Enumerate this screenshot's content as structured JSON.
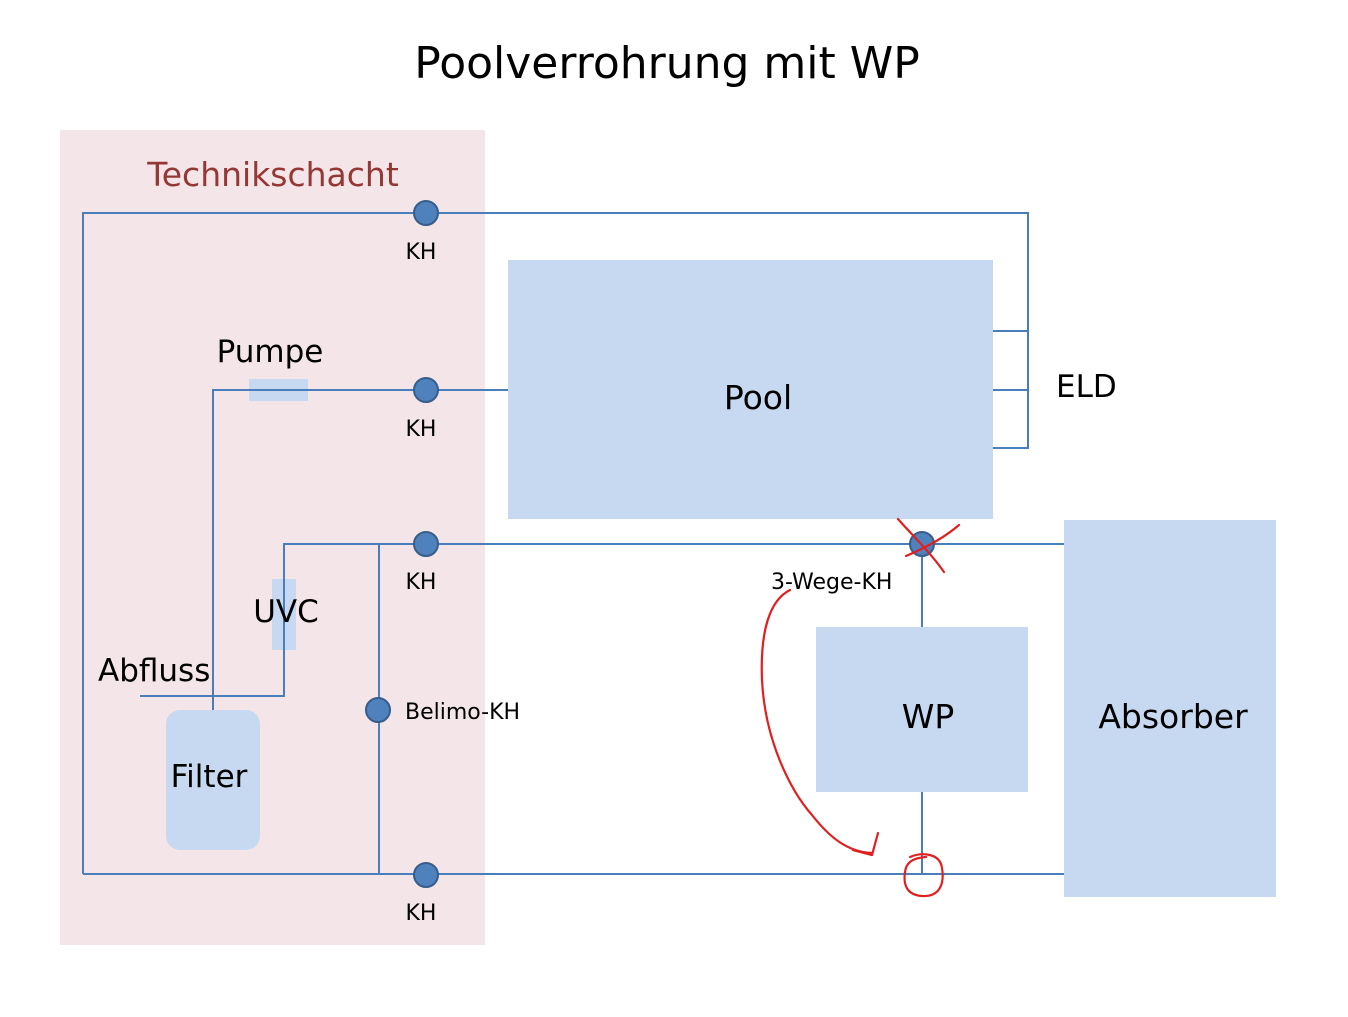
{
  "title": "Poolverrohrung mit WP",
  "colors": {
    "zone_fill": "#f4e6e8",
    "zone_label": "#953735",
    "box_fill": "#c6d9f1",
    "pipe": "#4a7ebb",
    "valve_fill": "#4f81bd",
    "valve_stroke": "#385d8a",
    "annotation": "#e02020"
  },
  "zone": {
    "label": "Technikschacht"
  },
  "components": {
    "pool": "Pool",
    "eld": "ELD",
    "pumpe": "Pumpe",
    "uvc": "UVC",
    "abfluss": "Abfluss",
    "filter": "Filter",
    "wp": "WP",
    "absorber": "Absorber"
  },
  "valves": {
    "kh_top": "KH",
    "kh_pump": "KH",
    "kh_mid": "KH",
    "kh_bottom": "KH",
    "belimo": "Belimo-KH",
    "three_way": "3-Wege-KH"
  }
}
